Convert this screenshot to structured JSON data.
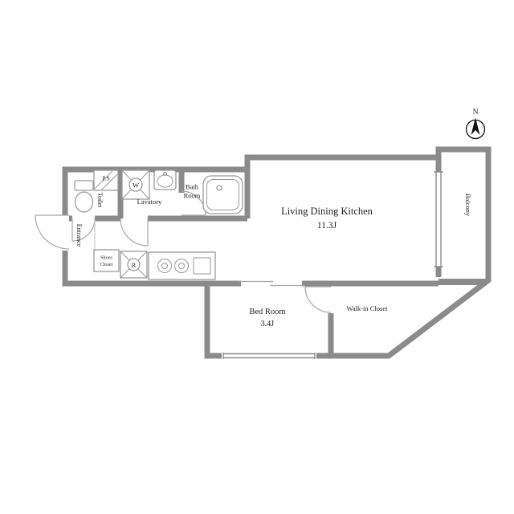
{
  "plan": {
    "compass": {
      "label": "N"
    },
    "rooms": {
      "ldk": {
        "name": "Living Dining Kitchen",
        "size": "11.3J"
      },
      "bedroom": {
        "name": "Bed Room",
        "size": "3.4J"
      },
      "wic": {
        "name": "Walk-in Closet"
      },
      "balcony": {
        "name": "Balcony"
      },
      "toilet": {
        "name": "Toilet"
      },
      "entrance": {
        "name": "Entrance"
      },
      "lavatory": {
        "name": "Lavatory"
      },
      "bath": {
        "lines": [
          "Bath",
          "Room"
        ]
      },
      "shoes_closet": {
        "lines": [
          "Shoes",
          "Closet"
        ]
      },
      "ps": {
        "name": "P.S"
      }
    },
    "fixtures": {
      "washer": "W",
      "fridge": "R"
    },
    "colors": {
      "wall": "#8b8b8b",
      "fixture": "#9a9a9a",
      "text": "#1f1f1f",
      "compass": "#111111"
    }
  }
}
